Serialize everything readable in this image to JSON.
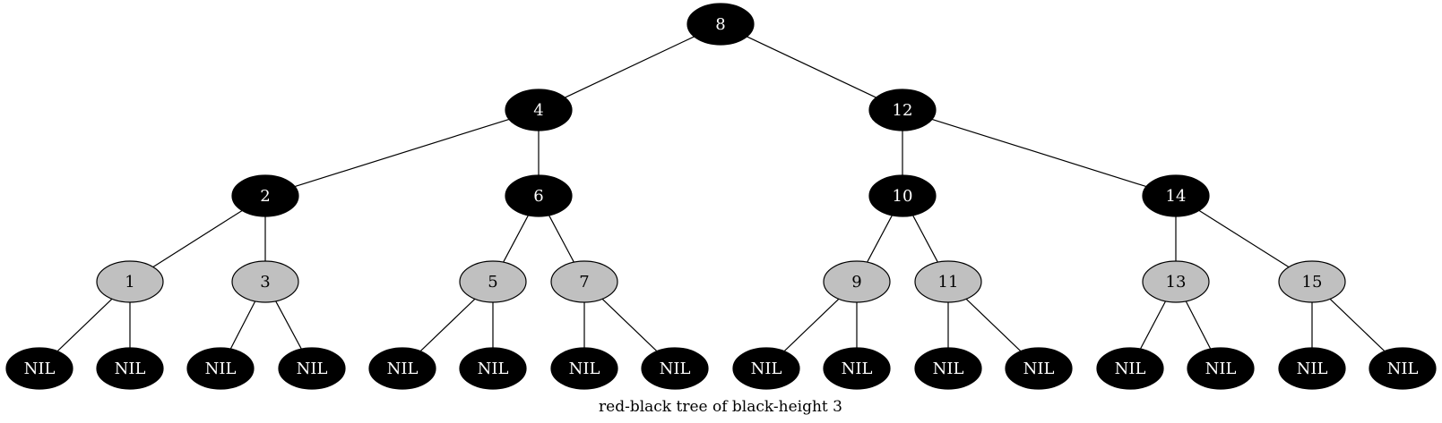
{
  "caption": "red-black tree of black-height 3",
  "colors": {
    "black_fill": "#000000",
    "black_text": "#ffffff",
    "red_fill": "#c0c0c0",
    "red_text": "#000000",
    "edge": "#000000"
  },
  "nodes": [
    {
      "id": "n8",
      "label": "8",
      "color": "black"
    },
    {
      "id": "n4",
      "label": "4",
      "color": "black"
    },
    {
      "id": "n12",
      "label": "12",
      "color": "black"
    },
    {
      "id": "n2",
      "label": "2",
      "color": "black"
    },
    {
      "id": "n6",
      "label": "6",
      "color": "black"
    },
    {
      "id": "n10",
      "label": "10",
      "color": "black"
    },
    {
      "id": "n14",
      "label": "14",
      "color": "black"
    },
    {
      "id": "n1",
      "label": "1",
      "color": "red"
    },
    {
      "id": "n3",
      "label": "3",
      "color": "red"
    },
    {
      "id": "n5",
      "label": "5",
      "color": "red"
    },
    {
      "id": "n7",
      "label": "7",
      "color": "red"
    },
    {
      "id": "n9",
      "label": "9",
      "color": "red"
    },
    {
      "id": "n11",
      "label": "11",
      "color": "red"
    },
    {
      "id": "n13",
      "label": "13",
      "color": "red"
    },
    {
      "id": "n15",
      "label": "15",
      "color": "red"
    },
    {
      "id": "nil1",
      "label": "NIL",
      "color": "black"
    },
    {
      "id": "nil2",
      "label": "NIL",
      "color": "black"
    },
    {
      "id": "nil3",
      "label": "NIL",
      "color": "black"
    },
    {
      "id": "nil4",
      "label": "NIL",
      "color": "black"
    },
    {
      "id": "nil5",
      "label": "NIL",
      "color": "black"
    },
    {
      "id": "nil6",
      "label": "NIL",
      "color": "black"
    },
    {
      "id": "nil7",
      "label": "NIL",
      "color": "black"
    },
    {
      "id": "nil8",
      "label": "NIL",
      "color": "black"
    },
    {
      "id": "nil9",
      "label": "NIL",
      "color": "black"
    },
    {
      "id": "nil10",
      "label": "NIL",
      "color": "black"
    },
    {
      "id": "nil11",
      "label": "NIL",
      "color": "black"
    },
    {
      "id": "nil12",
      "label": "NIL",
      "color": "black"
    },
    {
      "id": "nil13",
      "label": "NIL",
      "color": "black"
    },
    {
      "id": "nil14",
      "label": "NIL",
      "color": "black"
    },
    {
      "id": "nil15",
      "label": "NIL",
      "color": "black"
    },
    {
      "id": "nil16",
      "label": "NIL",
      "color": "black"
    }
  ],
  "edges": [
    [
      "n8",
      "n4"
    ],
    [
      "n8",
      "n12"
    ],
    [
      "n4",
      "n2"
    ],
    [
      "n4",
      "n6"
    ],
    [
      "n12",
      "n10"
    ],
    [
      "n12",
      "n14"
    ],
    [
      "n2",
      "n1"
    ],
    [
      "n2",
      "n3"
    ],
    [
      "n6",
      "n5"
    ],
    [
      "n6",
      "n7"
    ],
    [
      "n10",
      "n9"
    ],
    [
      "n10",
      "n11"
    ],
    [
      "n14",
      "n13"
    ],
    [
      "n14",
      "n15"
    ],
    [
      "n1",
      "nil1"
    ],
    [
      "n1",
      "nil2"
    ],
    [
      "n3",
      "nil3"
    ],
    [
      "n3",
      "nil4"
    ],
    [
      "n5",
      "nil5"
    ],
    [
      "n5",
      "nil6"
    ],
    [
      "n7",
      "nil7"
    ],
    [
      "n7",
      "nil8"
    ],
    [
      "n9",
      "nil9"
    ],
    [
      "n9",
      "nil10"
    ],
    [
      "n11",
      "nil11"
    ],
    [
      "n11",
      "nil12"
    ],
    [
      "n13",
      "nil13"
    ],
    [
      "n13",
      "nil14"
    ],
    [
      "n15",
      "nil15"
    ],
    [
      "n15",
      "nil16"
    ]
  ]
}
